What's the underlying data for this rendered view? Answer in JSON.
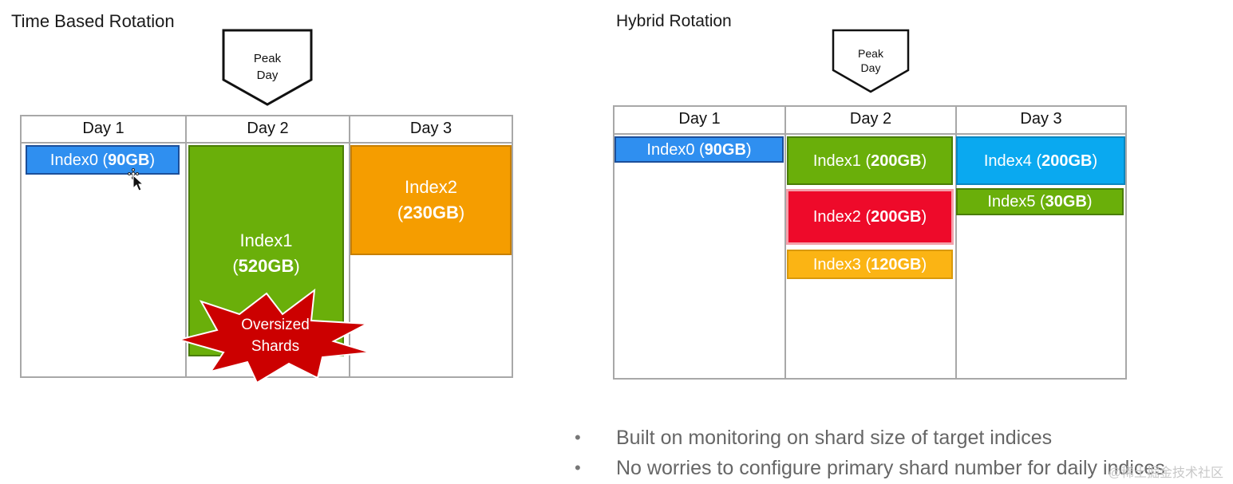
{
  "left": {
    "title": "Time Based Rotation",
    "peak": [
      "Peak",
      "Day"
    ],
    "days": [
      "Day 1",
      "Day 2",
      "Day 3"
    ],
    "index0": {
      "name": "Index0",
      "size": "90GB"
    },
    "index1": {
      "name": "Index1",
      "size": "520GB"
    },
    "index2": {
      "name": "Index2",
      "size": "230GB"
    },
    "burst": [
      "Oversized",
      "Shards"
    ]
  },
  "right": {
    "title": "Hybrid Rotation",
    "peak": [
      "Peak",
      "Day"
    ],
    "days": [
      "Day 1",
      "Day 2",
      "Day 3"
    ],
    "index0": {
      "name": "Index0",
      "size": "90GB"
    },
    "index1": {
      "name": "Index1",
      "size": "200GB"
    },
    "index2": {
      "name": "Index2",
      "size": "200GB"
    },
    "index3": {
      "name": "Index3",
      "size": "120GB"
    },
    "index4": {
      "name": "Index4",
      "size": "200GB"
    },
    "index5": {
      "name": "Index5",
      "size": "30GB"
    }
  },
  "bullets": [
    "Built on monitoring on shard size of target indices",
    "No worries to configure primary shard number for daily indices"
  ],
  "watermark": "@稀土掘金技术社区",
  "colors": {
    "blue": "#2f8ff0",
    "green": "#6aaf0a",
    "orange": "#f59d00",
    "red": "#ee0a2a",
    "yellow": "#fbb414",
    "cyan": "#0aa9f0",
    "burst": "#cc0000"
  }
}
